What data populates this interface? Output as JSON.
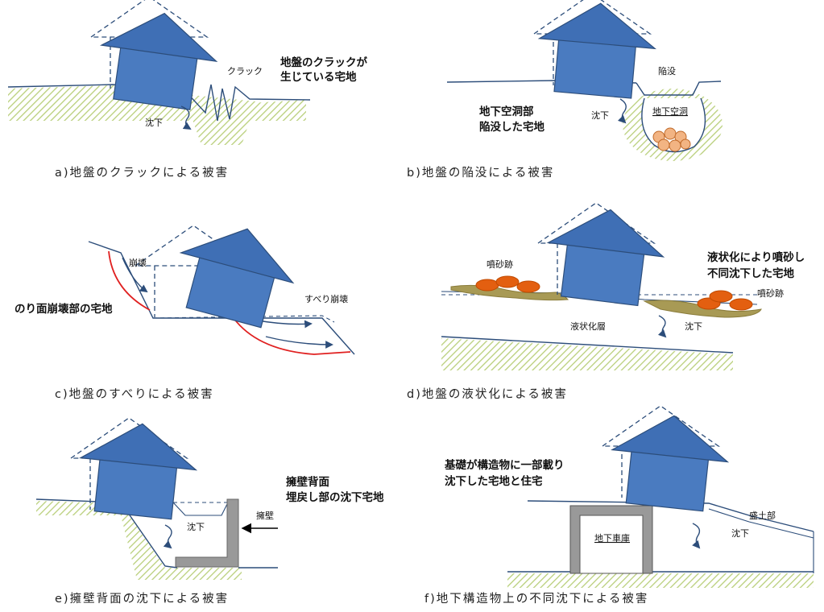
{
  "colors": {
    "roof": "#3f6fb5",
    "body": "#4a7bc0",
    "outline": "#2c4d7a",
    "ground_hatch": "#b9cf7a",
    "slip_line": "#e02020",
    "sand": "#a89a55",
    "sand_fill": "#e35f10",
    "boulder": "#f2b483",
    "wall": "#999999"
  },
  "panels": {
    "a": {
      "caption": "a)地盤のクラックによる被害",
      "crack_label": "クラック",
      "note_line1": "地盤のクラックが",
      "note_line2": "生じている宅地",
      "settle_label": "沈下"
    },
    "b": {
      "caption": "b)地盤の陥没による被害",
      "sink_label": "陥没",
      "cavity_label": "地下空洞",
      "note_line1": "地下空洞部",
      "note_line2": "陥没した宅地",
      "settle_label": "沈下"
    },
    "c": {
      "caption": "c)地盤のすべりによる被害",
      "collapse_label": "崩壊",
      "slip_label": "すべり崩壊",
      "note": "のり面崩壊部の宅地"
    },
    "d": {
      "caption": "d)地盤の液状化による被害",
      "sand_left_label": "噴砂跡",
      "sand_right_label": "噴砂跡",
      "note_line1": "液状化により噴砂し",
      "note_line2": "不同沈下した宅地",
      "layer_label": "液状化層",
      "settle_label": "沈下"
    },
    "e": {
      "caption": "e)擁壁背面の沈下による被害",
      "note_line1": "擁壁背面",
      "note_line2": "埋戻し部の沈下宅地",
      "wall_label": "擁壁",
      "settle_label": "沈下"
    },
    "f": {
      "caption": "f)地下構造物上の不同沈下による被害",
      "note_line1": "基礎が構造物に一部載り",
      "note_line2": "沈下した宅地と住宅",
      "fill_label": "盛土部",
      "garage_label": "地下車庫",
      "settle_label": "沈下"
    }
  }
}
